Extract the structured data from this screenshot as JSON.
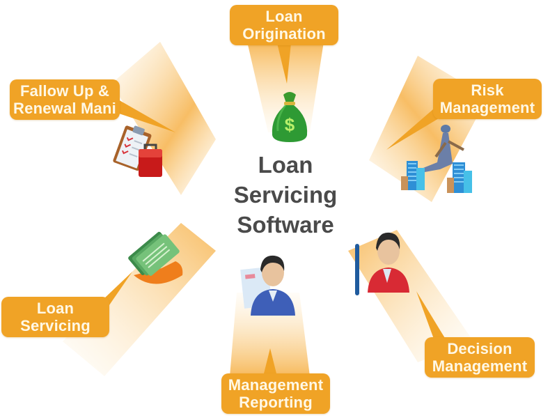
{
  "diagram": {
    "center": {
      "lines": [
        "Loan",
        "Servicing",
        "Software"
      ],
      "color": "#4a4a4a"
    },
    "accent_color": "#f0a326",
    "label_text_color": "#fff8e6",
    "nodes": [
      {
        "id": "loan-origination",
        "lines": [
          "Loan",
          "Origination"
        ],
        "icon": "money-bag-icon",
        "position": "top"
      },
      {
        "id": "risk-management",
        "lines": [
          "Risk",
          "Management"
        ],
        "icon": "risk-buildings-icon",
        "position": "top-right"
      },
      {
        "id": "decision-management",
        "lines": [
          "Decision",
          "Management"
        ],
        "icon": "user-red-pen-icon",
        "position": "bottom-right"
      },
      {
        "id": "management-reporting",
        "lines": [
          "Management",
          "Reporting"
        ],
        "icon": "user-blue-document-icon",
        "position": "bottom"
      },
      {
        "id": "loan-servicing",
        "lines": [
          "Loan",
          "Servicing"
        ],
        "icon": "cash-stack-icon",
        "position": "bottom-left"
      },
      {
        "id": "follow-up-renewal",
        "lines": [
          "Fallow Up &",
          "Renewal Mani"
        ],
        "icon": "clipboard-briefcase-icon",
        "position": "top-left"
      }
    ]
  }
}
